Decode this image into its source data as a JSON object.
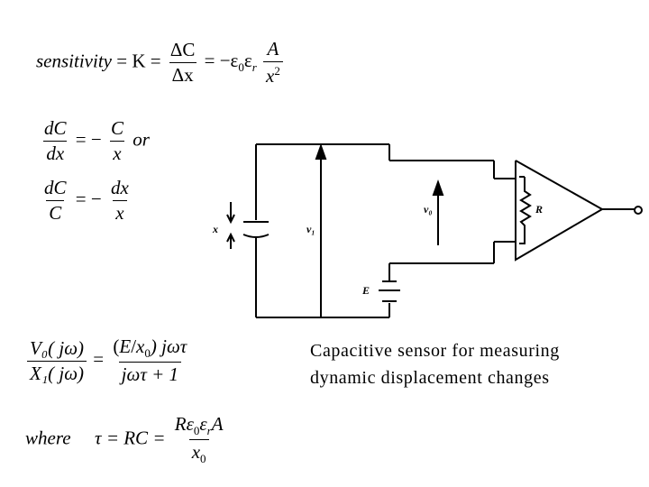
{
  "equations": {
    "sensitivity": {
      "lhs": "sensitivity",
      "eq1": "= K =",
      "num1": "ΔC",
      "den1": "Δx",
      "eq2": "= −ε",
      "sub0": "0",
      "eps_r": "ε",
      "sub_r": "r",
      "num2": "A",
      "den2": "x",
      "sup2": "2"
    },
    "deriv1": {
      "num1": "dC",
      "den1": "dx",
      "mid": "= −",
      "num2": "C",
      "den2": "x",
      "tail": "or"
    },
    "deriv2": {
      "num1": "dC",
      "den1": "C",
      "mid": "= −",
      "num2": "dx",
      "den2": "x"
    },
    "transfer": {
      "num_lhs": "V₀( jω)",
      "den_lhs": "X₁( jω)",
      "eq": "=",
      "num_a": "(",
      "num_E": "E",
      "num_x0": "x",
      "num_b": ") jωτ",
      "den_rhs": "jωτ + 1"
    },
    "tau": {
      "where": "where",
      "expr": "τ = RC =",
      "num": "Rε",
      "num_sub": "0",
      "num_eps": "ε",
      "num_sub_r": "r",
      "num_A": "A",
      "den_x": "x",
      "den_sub": "0"
    }
  },
  "circuit": {
    "labels": {
      "x": "x",
      "v1": "v₁",
      "vo": "v₀",
      "R": "R",
      "E": "E"
    }
  },
  "caption": {
    "line1": "Capacitive sensor for measuring",
    "line2": "dynamic displacement changes"
  }
}
